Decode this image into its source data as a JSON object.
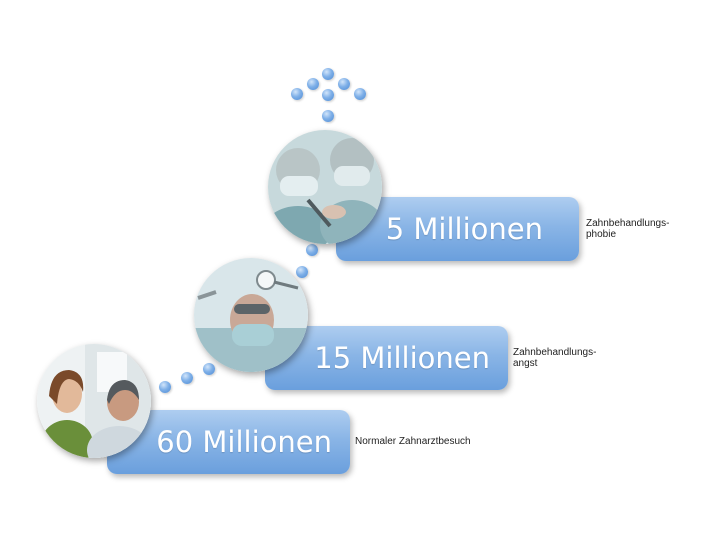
{
  "levels": [
    {
      "value_label": "60 Millionen",
      "description": "Normaler Zahnarztbesuch"
    },
    {
      "value_label": "15 Millionen",
      "description": "Zahnbehandlungs-\nangst"
    },
    {
      "value_label": "5 Millionen",
      "description": "Zahnbehandlungs-\nphobie"
    }
  ],
  "colors": {
    "bar_top": "#aecdf0",
    "bar_bottom": "#6a9fdd",
    "dot": "#6fa3e3",
    "description_text": "#222222"
  },
  "photos": [
    {
      "icon": "dentist-consultation-photo"
    },
    {
      "icon": "dentist-treatment-photo"
    },
    {
      "icon": "dental-surgery-photo"
    }
  ]
}
